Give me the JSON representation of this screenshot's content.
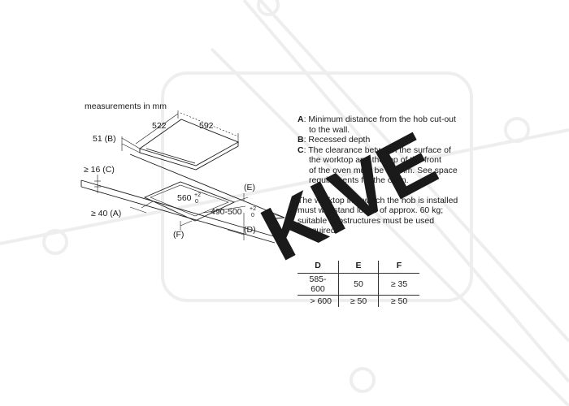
{
  "diagram": {
    "units_caption": "measurements in mm",
    "hob_width": "522",
    "hob_depth": "592",
    "hob_height": "51 (B)",
    "worktop_thickness": "≥ 16 (C)",
    "front_distance": "≥ 40 (A)",
    "cutout_width": "560",
    "cutout_width_tol_upper": "+2",
    "cutout_width_tol_lower": "0",
    "cutout_depth": "490-500",
    "cutout_depth_tol_upper": "+2",
    "cutout_depth_tol_lower": "0",
    "label_e": "(E)",
    "label_f": "(F)",
    "label_d": "(D)"
  },
  "notes": {
    "a_key": "A",
    "a_text_1": ": Minimum distance from the hob cut-out",
    "a_text_2": "to the wall.",
    "b_key": "B",
    "b_text": ": Recessed depth",
    "c_key": "C",
    "c_text_1": ": The clearance between the surface of",
    "c_text_2": "the worktop and the top of the front",
    "c_text_3": "of the oven must be 30 mm. See space",
    "c_text_4": "requirements for the oven.",
    "load_1": "The worktop into which the hob is installed",
    "load_2": "must withstand loads of approx. 60 kg;",
    "load_3": "suitable substructures must be used",
    "load_4": "if required."
  },
  "table": {
    "headers": [
      "D",
      "E",
      "F"
    ],
    "rows": [
      [
        "585-600",
        "50",
        "≥ 35"
      ],
      [
        "> 600",
        "≥ 50",
        "≥ 50"
      ]
    ]
  },
  "watermark": "KIVE"
}
